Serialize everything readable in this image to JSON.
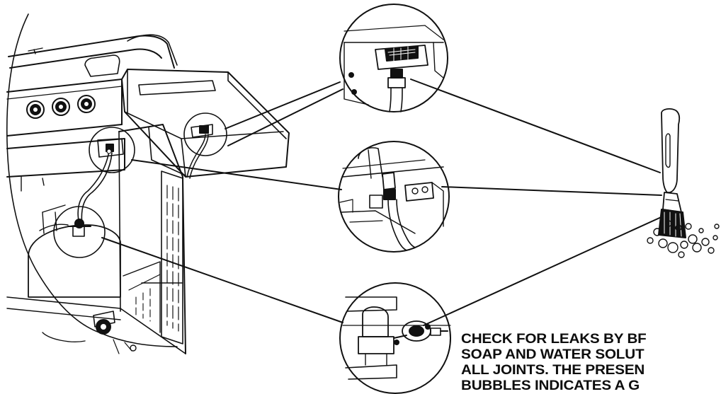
{
  "caption": {
    "lines": [
      "CHECK FOR LEAKS BY BF",
      "SOAP AND WATER SOLUT",
      "ALL JOINTS. THE PRESEN",
      "BUBBLES INDICATES A G"
    ]
  },
  "colors": {
    "ink": "#111111",
    "background": "#ffffff"
  },
  "icons": {
    "grill": "grill-illustration",
    "brush": "brush-icon",
    "tank": "propane-tank-illustration"
  }
}
